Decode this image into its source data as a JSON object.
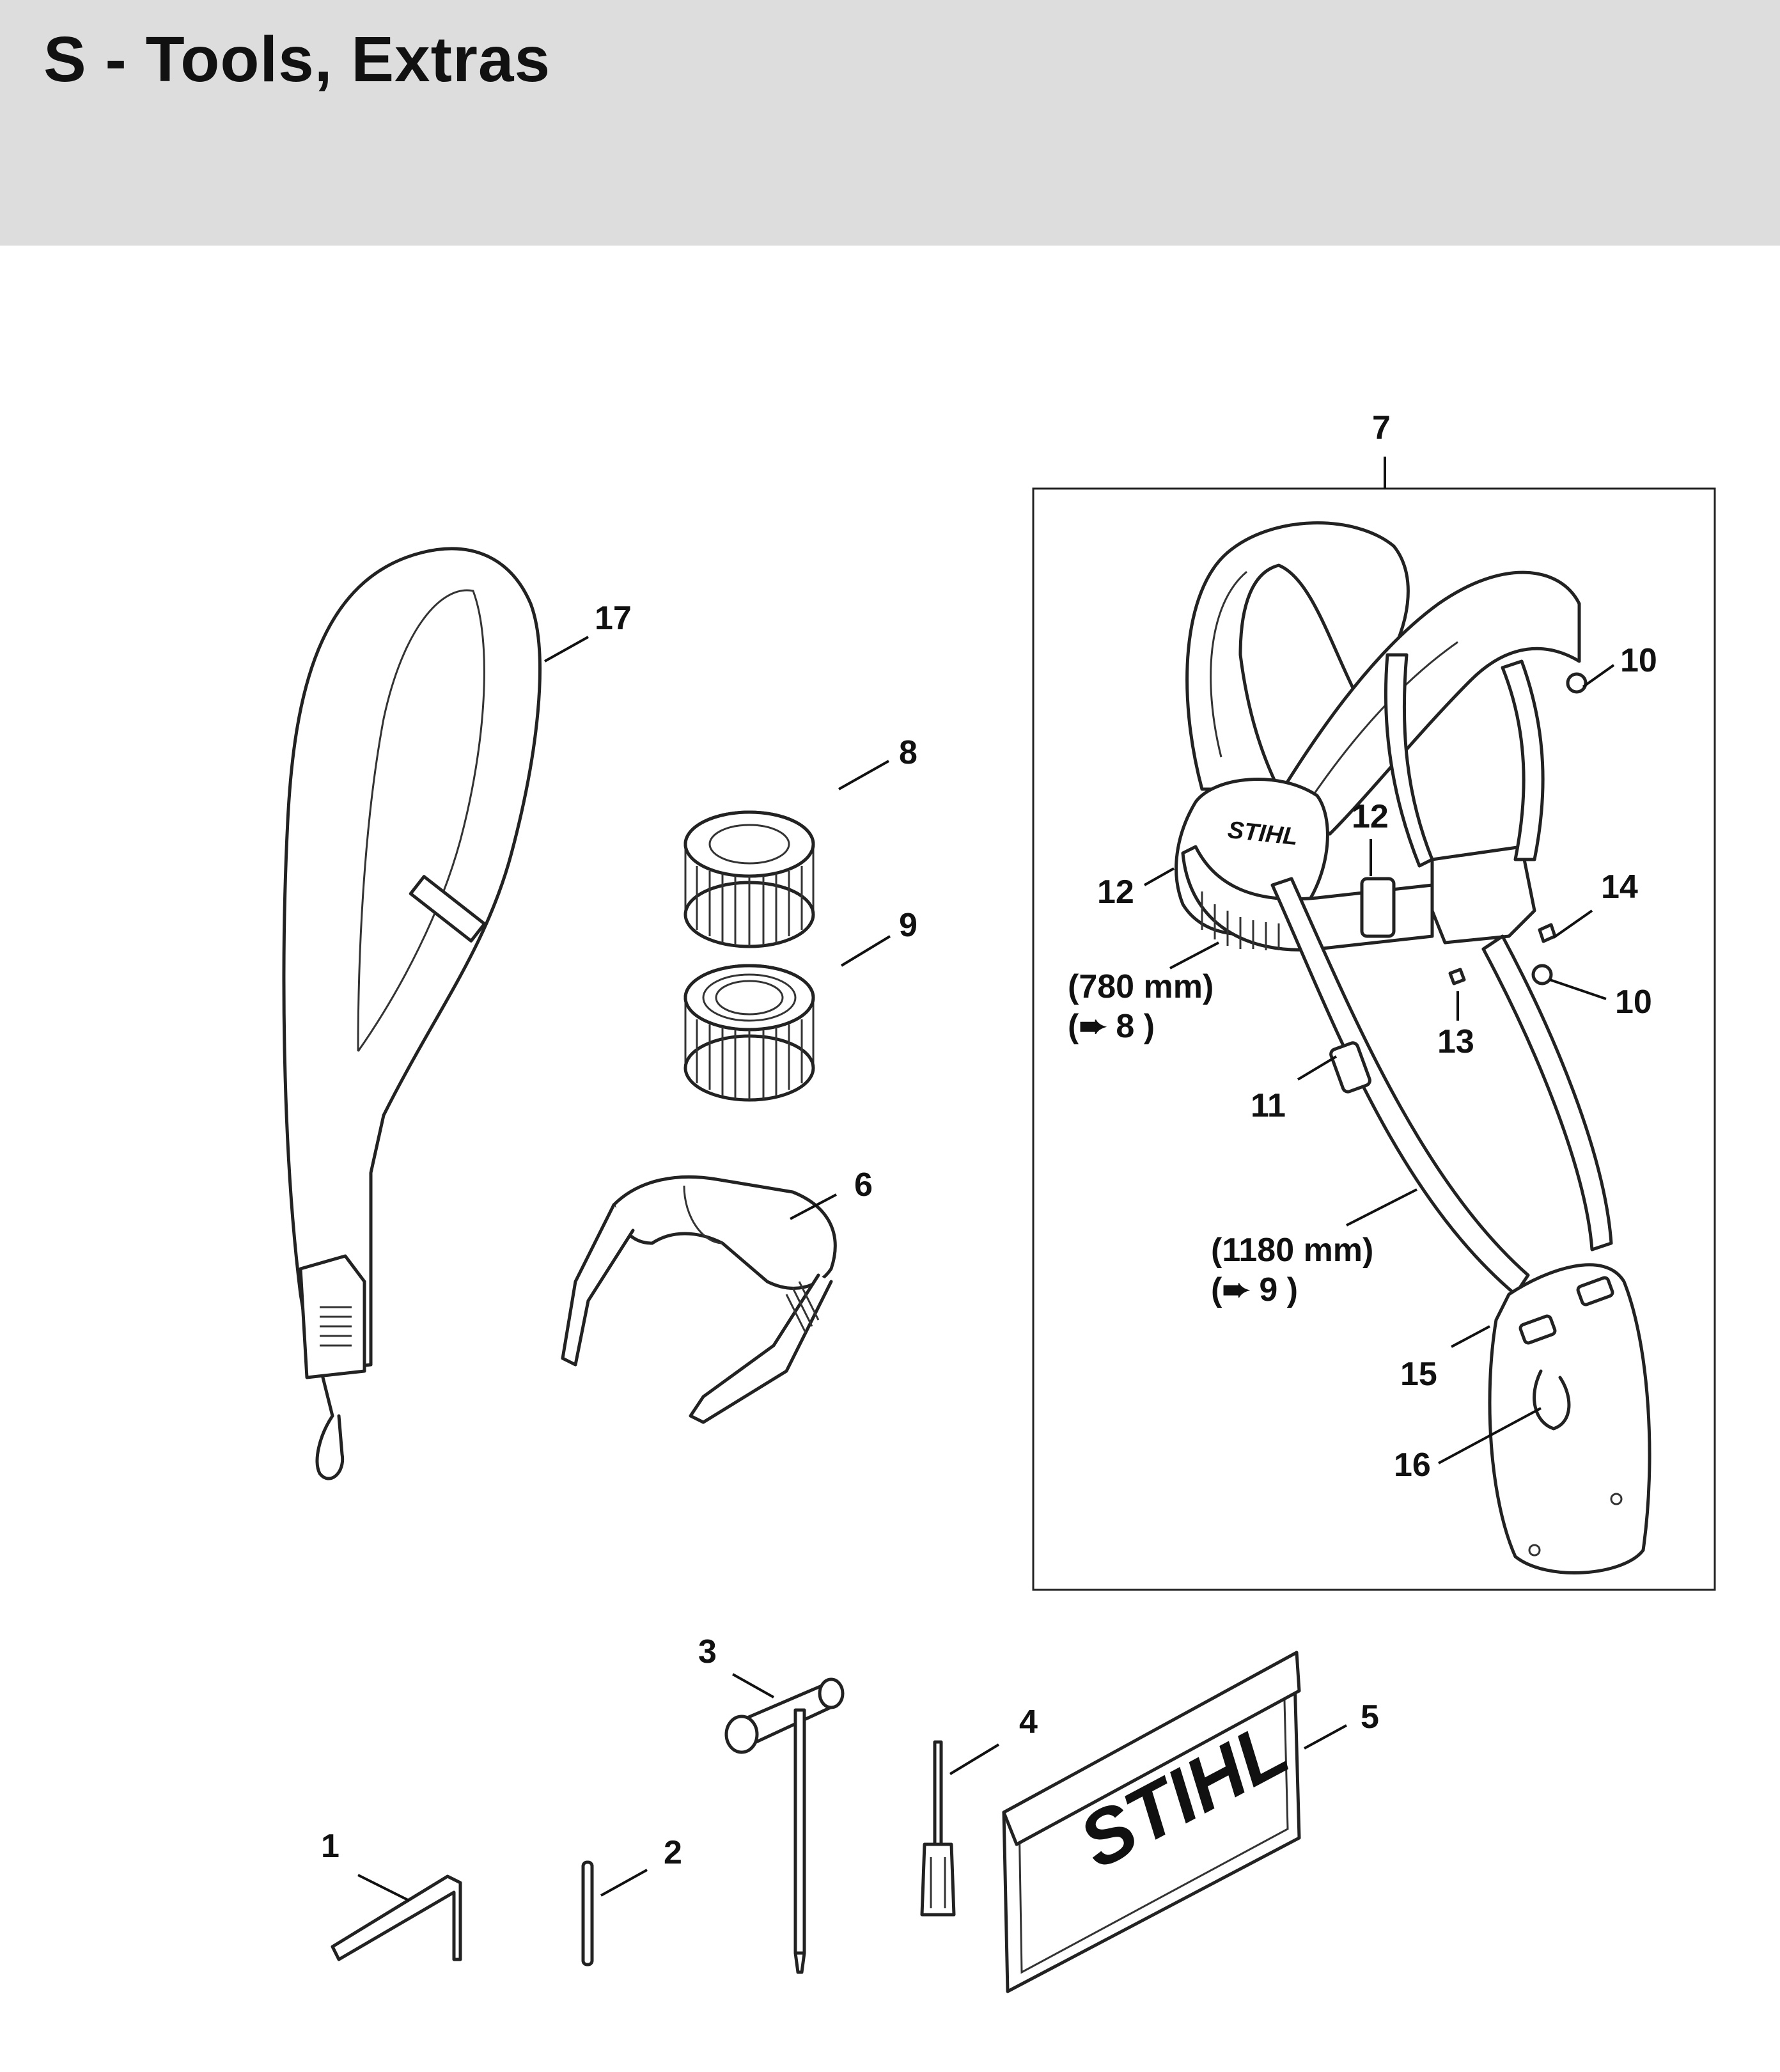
{
  "header": {
    "title": "S - Tools, Extras"
  },
  "brand": {
    "logo_text": "STIHL"
  },
  "callouts": {
    "c1": "1",
    "c2": "2",
    "c3": "3",
    "c4": "4",
    "c5": "5",
    "c6": "6",
    "c7": "7",
    "c8": "8",
    "c9": "9",
    "c10a": "10",
    "c10b": "10",
    "c11": "11",
    "c12a": "12",
    "c12b": "12",
    "c13": "13",
    "c14": "14",
    "c15": "15",
    "c16": "16",
    "c17": "17"
  },
  "notes": {
    "short_strap_length": "(780 mm)",
    "short_strap_ref": "(➨ 8 )",
    "long_strap_length": "(1180 mm)",
    "long_strap_ref": "(➨ 9 )"
  }
}
